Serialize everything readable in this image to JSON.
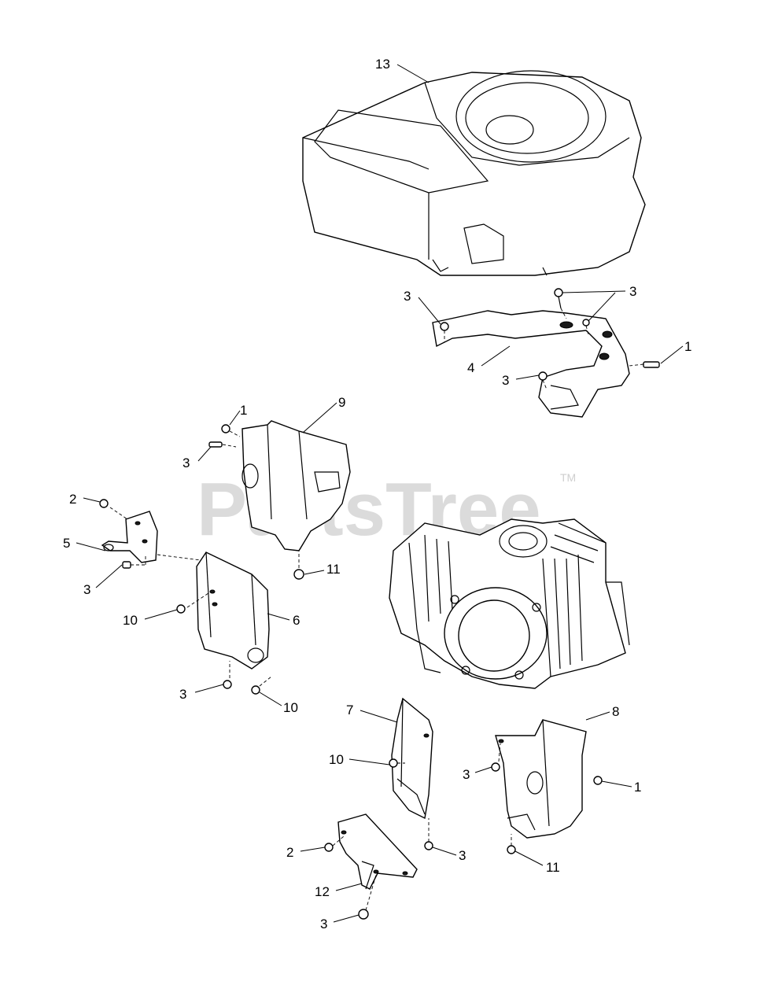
{
  "watermark": {
    "text": "PartsTree",
    "tm": "TM"
  },
  "callouts": [
    {
      "id": "c13a",
      "label": "13"
    },
    {
      "id": "c3a",
      "label": "3"
    },
    {
      "id": "c3b",
      "label": "3"
    },
    {
      "id": "c1a",
      "label": "1"
    },
    {
      "id": "c4",
      "label": "4"
    },
    {
      "id": "c3c",
      "label": "3"
    },
    {
      "id": "c1b",
      "label": "1"
    },
    {
      "id": "c9",
      "label": "9"
    },
    {
      "id": "c3d",
      "label": "3"
    },
    {
      "id": "c2a",
      "label": "2"
    },
    {
      "id": "c5",
      "label": "5"
    },
    {
      "id": "c3e",
      "label": "3"
    },
    {
      "id": "c11a",
      "label": "11"
    },
    {
      "id": "c10a",
      "label": "10"
    },
    {
      "id": "c6",
      "label": "6"
    },
    {
      "id": "c3f",
      "label": "3"
    },
    {
      "id": "c10b",
      "label": "10"
    },
    {
      "id": "c7",
      "label": "7"
    },
    {
      "id": "c8",
      "label": "8"
    },
    {
      "id": "c10c",
      "label": "10"
    },
    {
      "id": "c3g",
      "label": "3"
    },
    {
      "id": "c1c",
      "label": "1"
    },
    {
      "id": "c2b",
      "label": "2"
    },
    {
      "id": "c3h",
      "label": "3"
    },
    {
      "id": "c11b",
      "label": "11"
    },
    {
      "id": "c12",
      "label": "12"
    },
    {
      "id": "c3i",
      "label": "3"
    }
  ]
}
